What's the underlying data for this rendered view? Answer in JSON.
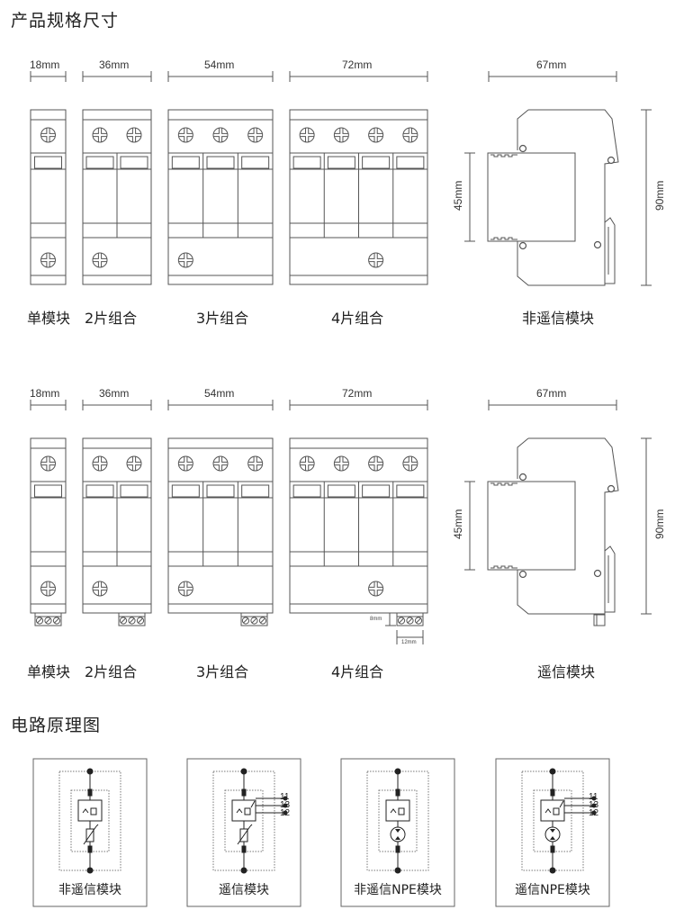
{
  "sections": {
    "dimensions_title": "产品规格尺寸",
    "circuit_title": "电路原理图"
  },
  "row1": {
    "dims": [
      "18mm",
      "36mm",
      "54mm",
      "72mm",
      "67mm"
    ],
    "side_height_inner": "45mm",
    "side_height_total": "90mm",
    "captions": [
      "单模块",
      "2片组合",
      "3片组合",
      "4片组合",
      "非遥信模块"
    ]
  },
  "row2": {
    "dims": [
      "18mm",
      "36mm",
      "54mm",
      "72mm",
      "67mm"
    ],
    "side_height_inner": "45mm",
    "side_height_total": "90mm",
    "terminal_height": "8mm",
    "terminal_width": "12mm",
    "captions": [
      "单模块",
      "2片组合",
      "3片组合",
      "4片组合",
      "遥信模块"
    ]
  },
  "circuits": [
    {
      "label": "非遥信模块",
      "remote": false,
      "npe": false
    },
    {
      "label": "遥信模块",
      "remote": true,
      "npe": false
    },
    {
      "label": "非遥信NPE模块",
      "remote": false,
      "npe": true
    },
    {
      "label": "遥信NPE模块",
      "remote": true,
      "npe": true
    }
  ],
  "remote_pins": [
    "11",
    "13",
    "12"
  ],
  "colors": {
    "line": "#555555",
    "dark": "#222222"
  }
}
